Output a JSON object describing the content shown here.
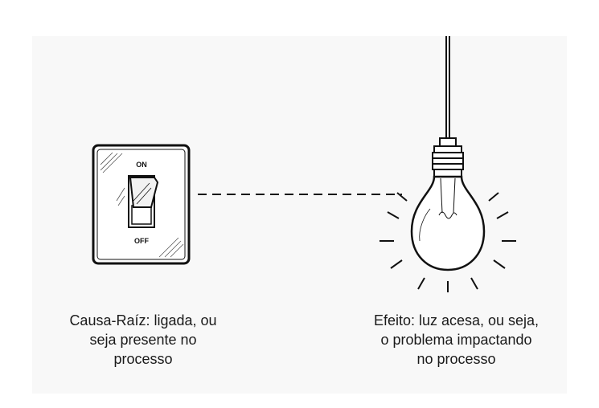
{
  "switch": {
    "on_label": "ON",
    "off_label": "OFF"
  },
  "captions": {
    "cause": {
      "lines": [
        "Causa-Raíz: ligada, ou",
        "seja presente no",
        "processo"
      ]
    },
    "effect": {
      "lines": [
        "Efeito: luz acesa, ou seja,",
        "o problema impactando",
        "no processo"
      ]
    }
  }
}
